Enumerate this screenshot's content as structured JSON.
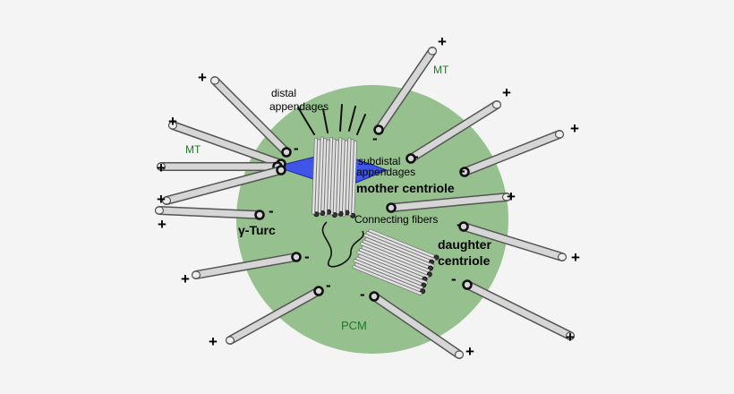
{
  "colors": {
    "background": "#f4f4f4",
    "pcm": "#97c08f",
    "label_green": "#1e7a2a",
    "appendage_blue": "#3f55e8",
    "microtubule_fill": "#d6d6d6",
    "microtubule_stroke": "#555555"
  },
  "labels": {
    "distal_appendages": [
      "distal",
      "appendages"
    ],
    "subdistal_appendages": [
      "subdistal",
      "appendages"
    ],
    "mother_centriole": "mother centriole",
    "connecting_fibers": "Connecting fibers",
    "daughter_centriole": [
      "daughter",
      "centriole"
    ],
    "gamma_turc": "γ-Turc",
    "pcm": "PCM",
    "mt_top": "MT",
    "mt_left": "MT"
  },
  "signs": {
    "plus": "+",
    "minus": "-"
  }
}
